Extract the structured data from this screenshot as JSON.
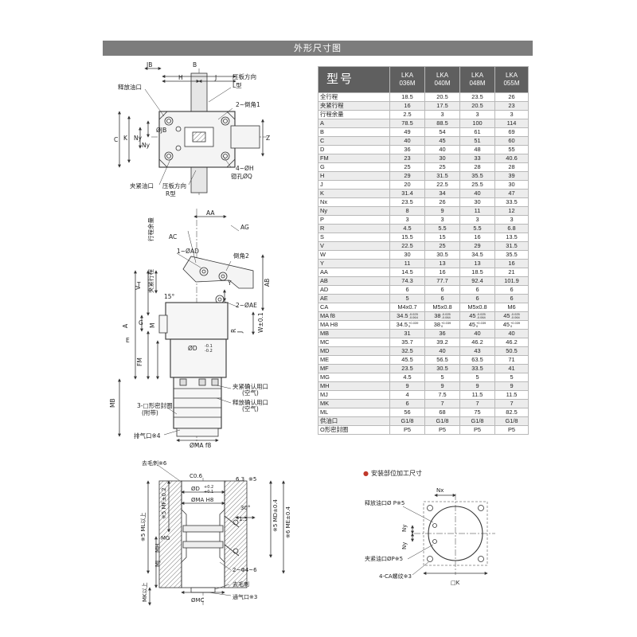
{
  "header": {
    "title": "外形尺寸图"
  },
  "table": {
    "corner": "型号",
    "models": [
      [
        "LKA",
        "036M"
      ],
      [
        "LKA",
        "040M"
      ],
      [
        "LKA",
        "048M"
      ],
      [
        "LKA",
        "055M"
      ]
    ],
    "rows": [
      [
        "全行程",
        "18.5",
        "20.5",
        "23.5",
        "26"
      ],
      [
        "夹紧行程",
        "16",
        "17.5",
        "20.5",
        "23"
      ],
      [
        "行程余量",
        "2.5",
        "3",
        "3",
        "3"
      ],
      [
        "A",
        "78.5",
        "88.5",
        "100",
        "114"
      ],
      [
        "B",
        "49",
        "54",
        "61",
        "69"
      ],
      [
        "C",
        "40",
        "45",
        "51",
        "60"
      ],
      [
        "D",
        "36",
        "40",
        "48",
        "55"
      ],
      [
        "FM",
        "23",
        "30",
        "33",
        "40.6"
      ],
      [
        "G",
        "25",
        "25",
        "28",
        "28"
      ],
      [
        "H",
        "29",
        "31.5",
        "35.5",
        "39"
      ],
      [
        "J",
        "20",
        "22.5",
        "25.5",
        "30"
      ],
      [
        "K",
        "31.4",
        "34",
        "40",
        "47"
      ],
      [
        "Nx",
        "23.5",
        "26",
        "30",
        "33.5"
      ],
      [
        "Ny",
        "8",
        "9",
        "11",
        "12"
      ],
      [
        "P",
        "3",
        "3",
        "3",
        "3"
      ],
      [
        "R",
        "4.5",
        "5.5",
        "5.5",
        "6.8"
      ],
      [
        "S",
        "15.5",
        "15",
        "16",
        "13.5"
      ],
      [
        "V",
        "22.5",
        "25",
        "29",
        "31.5"
      ],
      [
        "W",
        "30",
        "30.5",
        "34.5",
        "35.5"
      ],
      [
        "Y",
        "11",
        "13",
        "13",
        "16"
      ],
      [
        "AA",
        "14.5",
        "16",
        "18.5",
        "21"
      ],
      [
        "AB",
        "74.3",
        "77.7",
        "92.4",
        "101.9"
      ],
      [
        "AD",
        "6",
        "6",
        "6",
        "6"
      ],
      [
        "AE",
        "5",
        "6",
        "6",
        "6"
      ],
      [
        "CA",
        "M4x0.7",
        "M5x0.8",
        "M5x0.8",
        "M6"
      ],
      [
        "MA f8",
        "34.5-0.025/-0.064",
        "38-0.025/-0.064",
        "45-0.025/-0.064",
        "45-0.025/-0.064"
      ],
      [
        "MA H8",
        "34.5+0.039/0",
        "38+0.039/0",
        "45+0.039/0",
        "45+0.039/0"
      ],
      [
        "MB",
        "31",
        "36",
        "40",
        "40"
      ],
      [
        "MC",
        "35.7",
        "39.2",
        "46.2",
        "46.2"
      ],
      [
        "MD",
        "32.5",
        "40",
        "43",
        "50.5"
      ],
      [
        "ME",
        "45.5",
        "56.5",
        "63.5",
        "71"
      ],
      [
        "MF",
        "23.5",
        "30.5",
        "33.5",
        "41"
      ],
      [
        "MG",
        "4.5",
        "5",
        "5",
        "5"
      ],
      [
        "MH",
        "9",
        "9",
        "9",
        "9"
      ],
      [
        "MJ",
        "4",
        "7.5",
        "11.5",
        "11.5"
      ],
      [
        "MK",
        "6",
        "7",
        "7",
        "7"
      ],
      [
        "ML",
        "56",
        "68",
        "75",
        "82.5"
      ],
      [
        "供油口",
        "G1/8",
        "G1/8",
        "G1/8",
        "G1/8"
      ],
      [
        "O形密封圈",
        "P5",
        "P5",
        "P5",
        "P5"
      ]
    ]
  },
  "mount": {
    "title": "安装部位加工尺寸",
    "labels": {
      "nx": "Nx",
      "ny_top": "Ny",
      "ny_bottom": "Ny",
      "release": "释放油口Ø P※5",
      "clamp": "夹紧油口ØP※5",
      "thread": "4-CA螺纹※3",
      "k": "□K"
    }
  },
  "top_view": {
    "labels": {
      "jb": "JB",
      "b": "B",
      "h": "H",
      "j": "J",
      "dir_l": "压板方向",
      "l_type": "L型",
      "release": "释放油口",
      "chamfer": "2~倒角1",
      "c": "C",
      "k": "K",
      "ny": "Ny",
      "nx": "Nx",
      "ny2": "Ny",
      "s": "S",
      "phi_jb": "ØJB",
      "z": "Z",
      "hole": "4~ØH",
      "cbore": "锪孔ØQ",
      "clamp": "夹紧油口",
      "dir_r": "压板方向",
      "r_type": "R型"
    }
  },
  "side_view": {
    "labels": {
      "aa": "AA",
      "ag": "AG",
      "ac": "AC",
      "ad": "1~ØAD",
      "remain": "行程余量",
      "clamp_stroke": "夹紧行程",
      "chamfer2": "倒角2",
      "t": "T",
      "v": "V",
      "y": "Y",
      "ab": "AB",
      "angle": "15°",
      "ae": "2~ØAE",
      "a": "A",
      "g": "G",
      "m": "M",
      "e": "E",
      "fm": "FM",
      "w": "W±0.1",
      "r": "R",
      "j": "J",
      "d": "ØD",
      "d_tol1": "-0.1",
      "d_tol2": "-0.2",
      "mb": "MB",
      "air_port": "夹紧确认用口",
      "air": "(空气)",
      "seal": "3-□形密封圈",
      "attached": "(附带)",
      "release_confirm": "释放确认用口",
      "air2": "(空气)",
      "exhaust": "排气口※4",
      "ma": "ØMA f8"
    }
  },
  "bore_view": {
    "labels": {
      "burr": "去毛刺※6",
      "c06": "C0.6",
      "ra": "6.3",
      "note5": "※5",
      "md": "ØD",
      "md_tol1": "+0.2",
      "md_tol2": "+0.1",
      "mah": "ØMA H8",
      "mf": "※5 MF±0.2",
      "angle30": "30°",
      "len15": "1.5",
      "ml": "※5 ML以上",
      "me": "※6 ME±0.4",
      "md2": "※5 MD±0.4",
      "mg": "MG",
      "mh": "MH",
      "mj": "MJ",
      "mk": "MK以上",
      "p4": "2~Φ4~6",
      "burr2": "去毛刺",
      "mc": "ØMC",
      "vent": "通气口※3"
    }
  }
}
